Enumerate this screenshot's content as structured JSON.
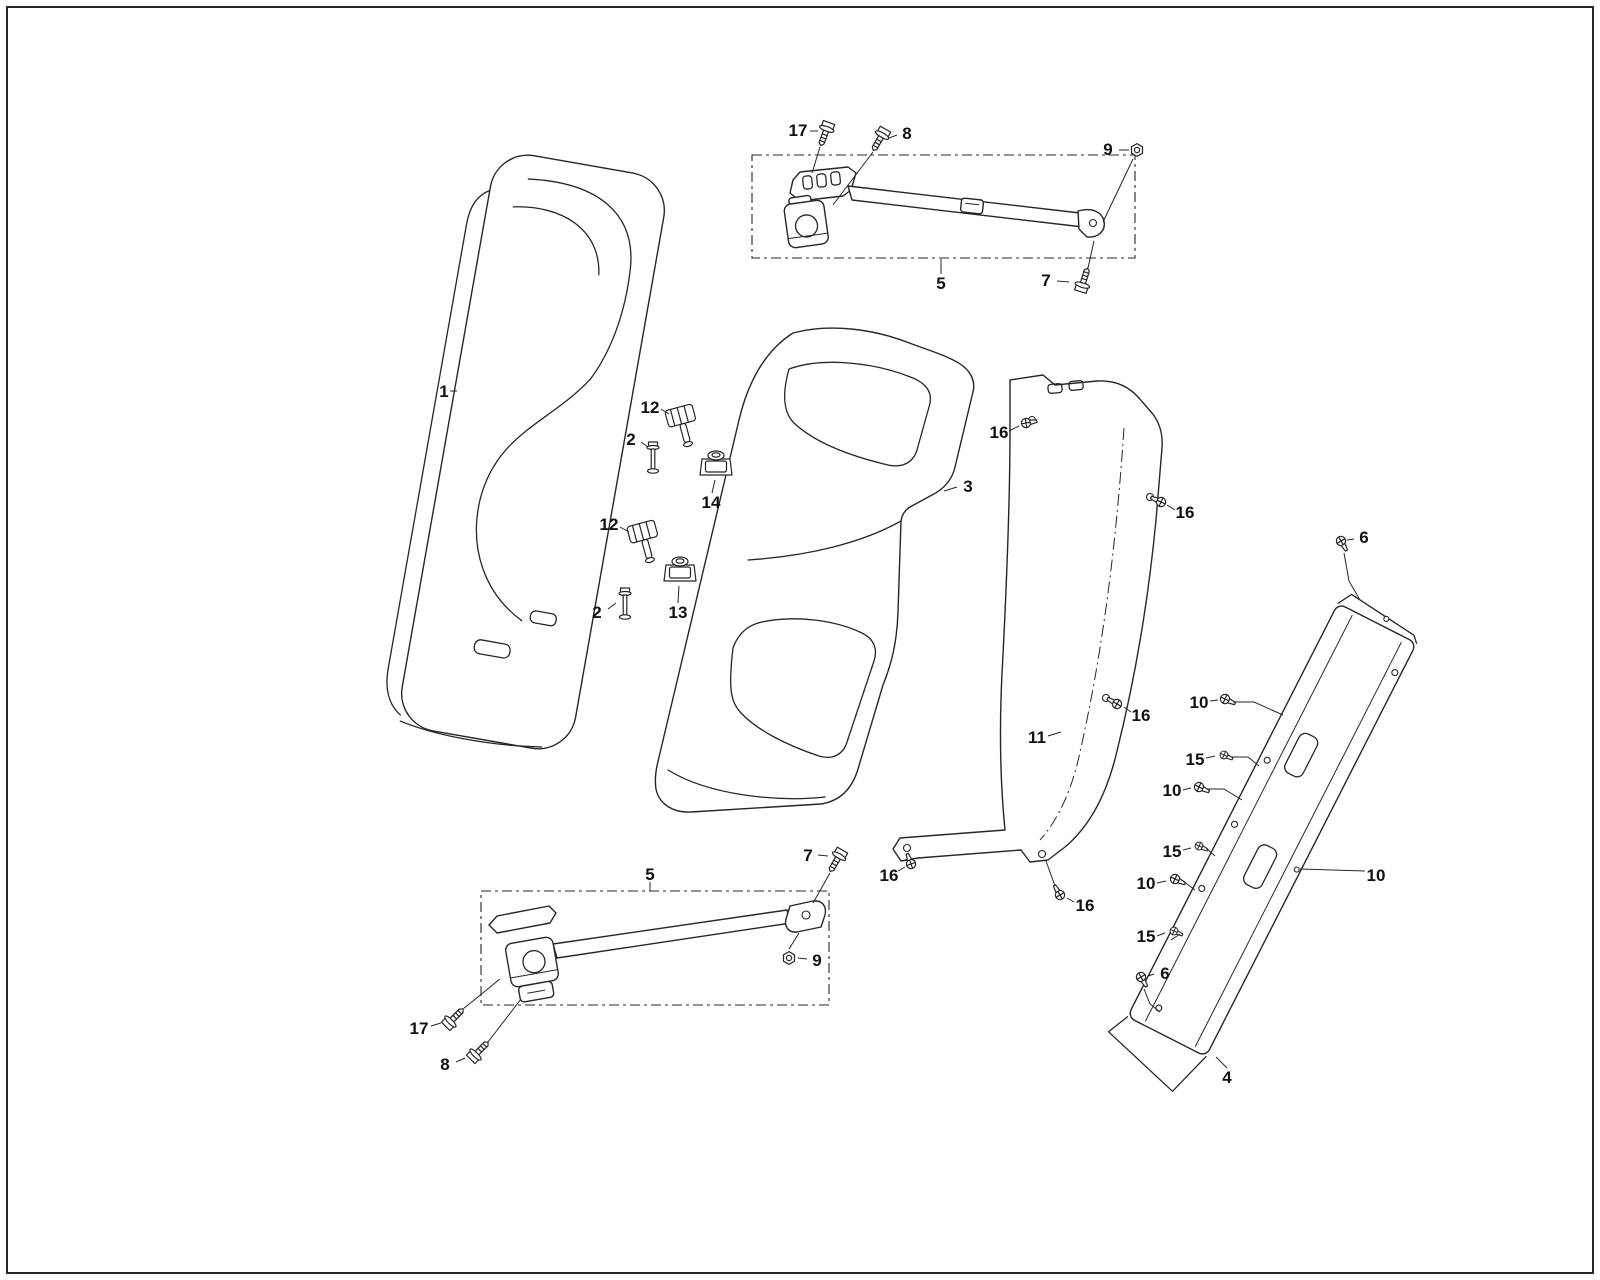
{
  "colors": {
    "background": "#ffffff",
    "line": "#262626",
    "label": "#111111"
  },
  "callouts": [
    {
      "text": "17"
    },
    {
      "text": "8"
    },
    {
      "text": "9"
    },
    {
      "text": "5"
    },
    {
      "text": "7"
    },
    {
      "text": "1"
    },
    {
      "text": "12"
    },
    {
      "text": "2"
    },
    {
      "text": "14"
    },
    {
      "text": "3"
    },
    {
      "text": "16"
    },
    {
      "text": "16"
    },
    {
      "text": "12"
    },
    {
      "text": "2"
    },
    {
      "text": "13"
    },
    {
      "text": "6"
    },
    {
      "text": "10"
    },
    {
      "text": "15"
    },
    {
      "text": "11"
    },
    {
      "text": "10"
    },
    {
      "text": "15"
    },
    {
      "text": "10"
    },
    {
      "text": "16"
    },
    {
      "text": "7"
    },
    {
      "text": "16"
    },
    {
      "text": "16"
    },
    {
      "text": "10"
    },
    {
      "text": "15"
    },
    {
      "text": "5"
    },
    {
      "text": "9"
    },
    {
      "text": "6"
    },
    {
      "text": "17"
    },
    {
      "text": "8"
    },
    {
      "text": "4"
    }
  ]
}
